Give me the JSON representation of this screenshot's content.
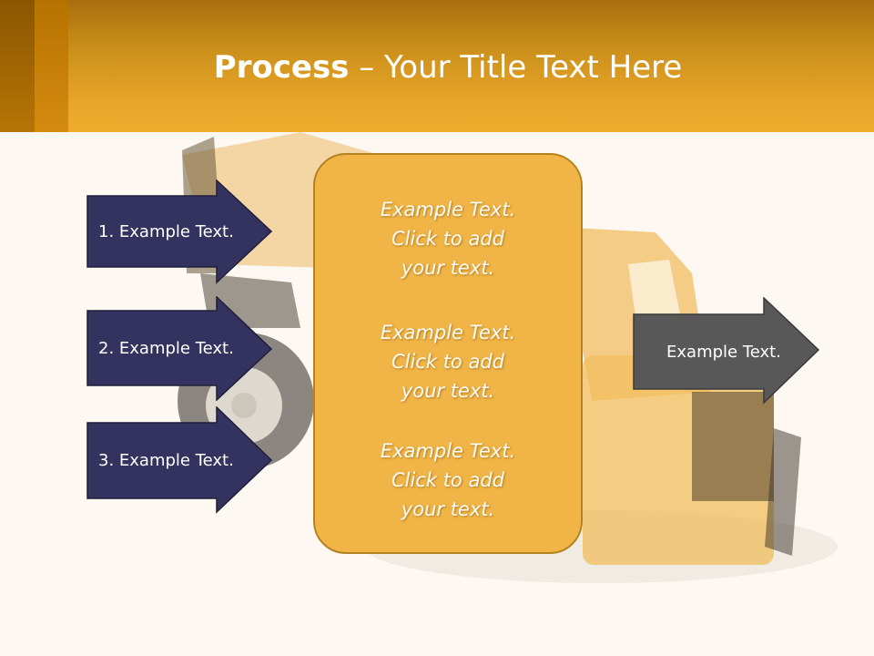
{
  "title": {
    "bold": "Process",
    "rest": " – Your Title Text Here"
  },
  "left_arrows": [
    {
      "label": "1. Example Text."
    },
    {
      "label": "2. Example Text."
    },
    {
      "label": "3. Example Text."
    }
  ],
  "center_box": {
    "blocks": [
      {
        "text": "Example Text.\nClick  to add\nyour text."
      },
      {
        "text": "Example Text.\nClick  to add\nyour text."
      },
      {
        "text": "Example Text.\nClick  to add\nyour text."
      }
    ]
  },
  "right_arrow": {
    "label": "Example Text."
  },
  "colors": {
    "header": "#e8a428",
    "left_arrow_fill": "#34335f",
    "right_arrow_fill": "#585858",
    "center_box_fill": "#f0b546"
  }
}
